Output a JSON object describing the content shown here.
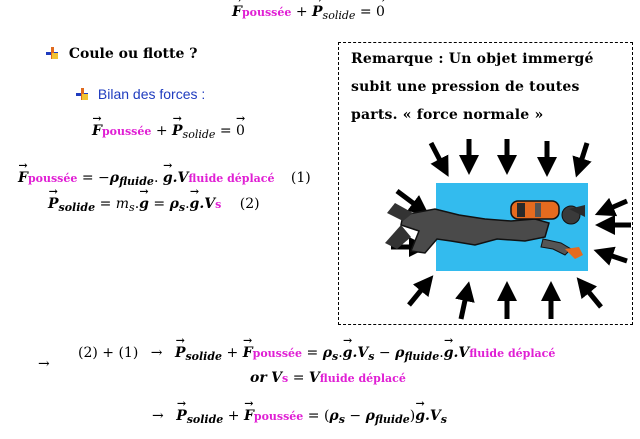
{
  "top_equation": {
    "f": "F",
    "f_sub": "poussée",
    "plus": "+",
    "p": "P",
    "p_sub": "solide",
    "eq": "=",
    "zero": "0"
  },
  "heading1": "Coule ou flotte ?",
  "heading2": "Bilan des forces :",
  "eq_balance": {
    "f": "F",
    "f_sub": "poussée",
    "plus": "+",
    "p": "P",
    "p_sub": "solide",
    "eq": "=",
    "zero": "0"
  },
  "eq1": {
    "f": "F",
    "f_sub": "poussée",
    "rhs": "= −",
    "rho": "ρ",
    "rho_sub": "fluide",
    "dot": ".",
    "g": "g",
    "v": ".V",
    "v_sub": "fluide déplacé",
    "num": "(1)"
  },
  "eq2": {
    "p": "P",
    "p_sub": "solide",
    "eq1": "=",
    "m": "m",
    "m_sub": "s",
    "g1": "g",
    "eq2": "=",
    "rho": "ρ",
    "rho_sub": "s",
    "g2": "g",
    "v": ".V",
    "v_sub": "s",
    "num": "(2)"
  },
  "arrow_small": "→",
  "eq3": {
    "lhs": "(2) + (1)",
    "arrow": "→",
    "p": "P",
    "p_sub": "solide",
    "plus": "+",
    "f": "F",
    "f_sub": "poussée",
    "eq": "=",
    "rho_s": "ρ",
    "rho_s_sub": "s",
    "g1": "g",
    "vs": ".V",
    "vs_sub": "s",
    "minus": "−",
    "rho_f": "ρ",
    "rho_f_sub": "fluide",
    "g2": "g",
    "vf": ".V",
    "vf_sub": "fluide déplacé"
  },
  "eq4": {
    "or": "or",
    "v": "V",
    "v_sub": "s",
    "eq": "=",
    "v2": "V",
    "v2_sub": "fluide déplacé"
  },
  "eq5": {
    "arrow": "→",
    "p": "P",
    "p_sub": "solide",
    "plus": "+",
    "f": "F",
    "f_sub": "poussée",
    "eq": "= (",
    "rho_s": "ρ",
    "rho_s_sub": "s",
    "minus": "−",
    "rho_f": "ρ",
    "rho_f_sub": "fluide",
    "close": ")",
    "g": "g",
    "v": ".V",
    "v_sub": "s"
  },
  "remark": {
    "line1": "Remarque : Un objet immergé",
    "line2": "subit une pression de toutes",
    "line3": "parts. « force normale »"
  },
  "colors": {
    "accent_pink": "#e01fd4",
    "water": "#33bbee",
    "bullet_blue": "#1f3cbf",
    "heading2_blue": "#1f3cbf"
  },
  "icons": [
    "bullet-icon",
    "force-arrow-icon",
    "diver-icon"
  ]
}
